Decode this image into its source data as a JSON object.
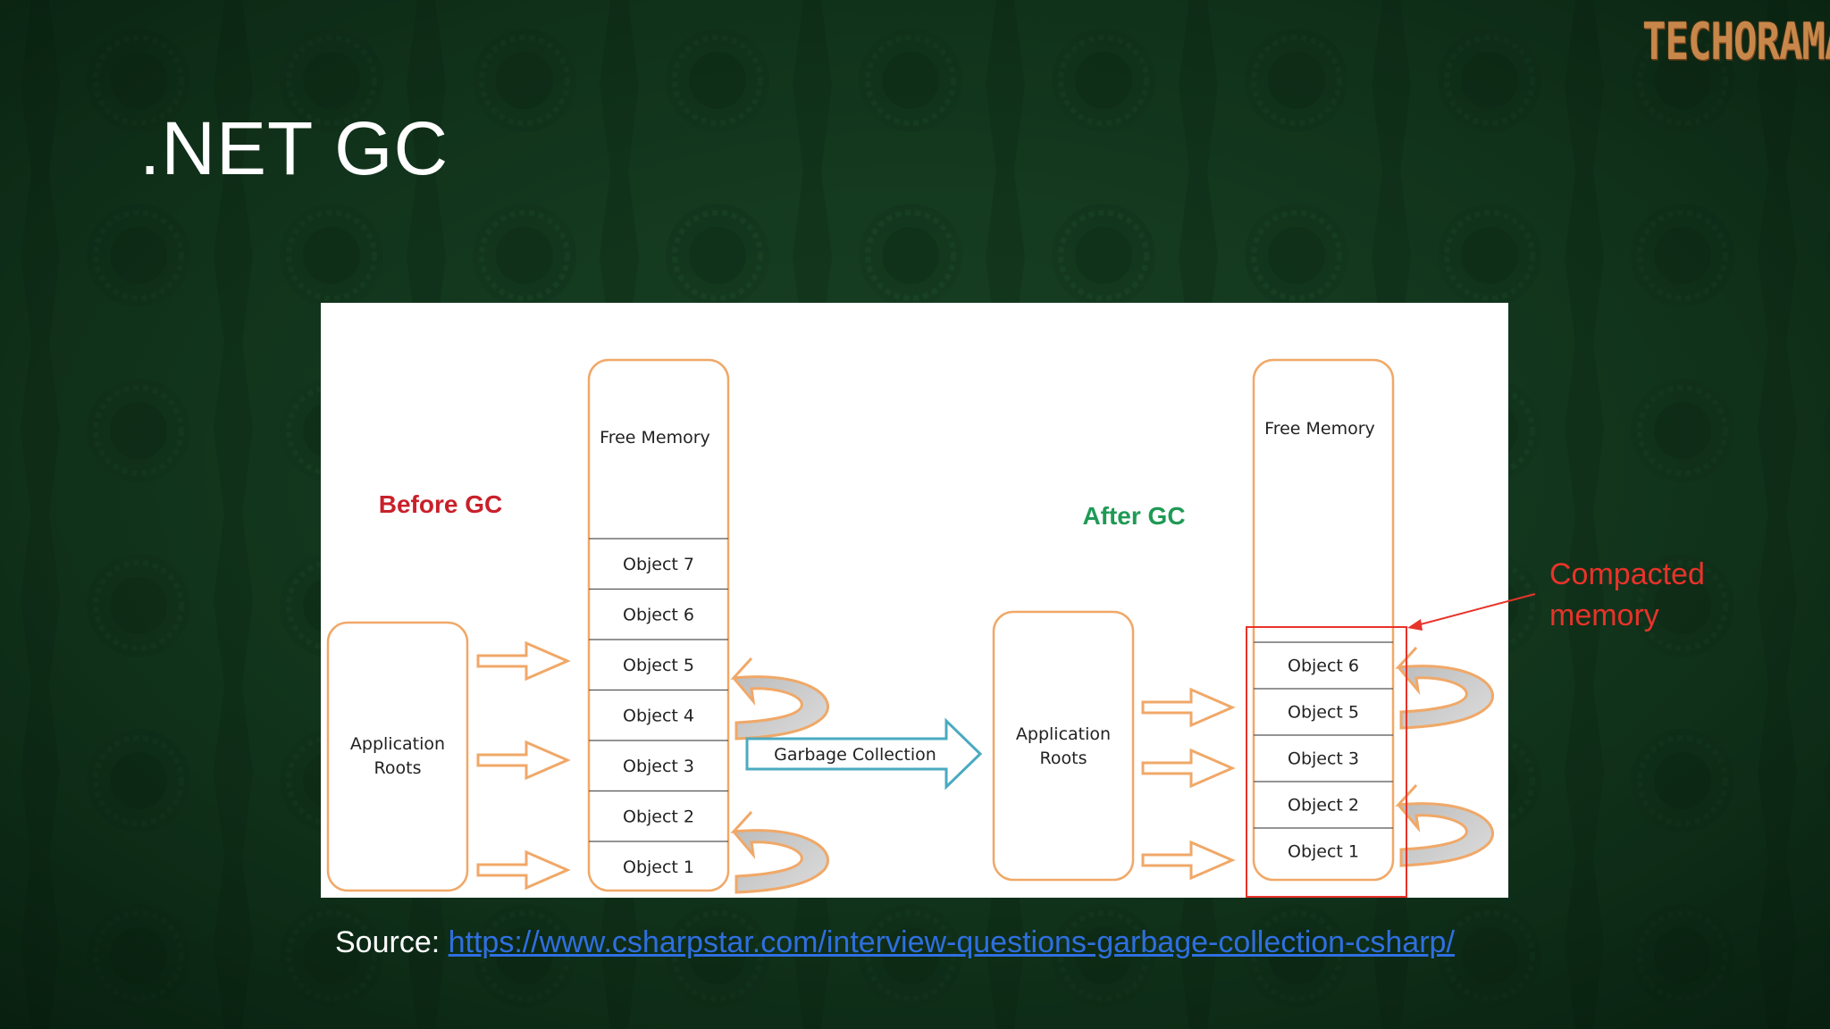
{
  "slide": {
    "title": ".NET GC",
    "logo": "TECHORAMA",
    "background_color": "#0e2a17",
    "accent_color": "#c8874a"
  },
  "diagram": {
    "before_label": "Before GC",
    "after_label": "After GC",
    "before_label_color": "#c9202a",
    "after_label_color": "#1f9a55",
    "box_stroke_color": "#f0a868",
    "transition_label": "Garbage Collection",
    "transition_arrow_color": "#4aaac0",
    "before": {
      "roots_line1": "Application",
      "roots_line2": "Roots",
      "free_memory": "Free Memory",
      "objects": [
        "Object 7",
        "Object 6",
        "Object 5",
        "Object 4",
        "Object 3",
        "Object 2",
        "Object 1"
      ]
    },
    "after": {
      "roots_line1": "Application",
      "roots_line2": "Roots",
      "free_memory": "Free Memory",
      "objects": [
        "Object 6",
        "Object 5",
        "Object 3",
        "Object 2",
        "Object 1"
      ]
    }
  },
  "callout": {
    "line1": "Compacted",
    "line2": "memory",
    "color": "#e8332a"
  },
  "source": {
    "prefix": "Source: ",
    "url": "https://www.csharpstar.com/interview-questions-garbage-collection-csharp/",
    "link_color": "#2f6fe0"
  }
}
